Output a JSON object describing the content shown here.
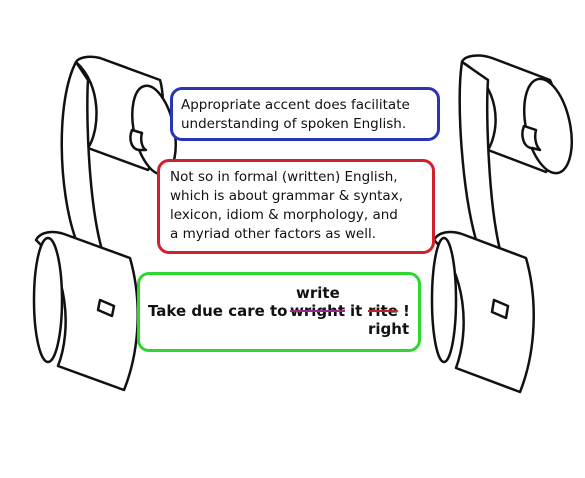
{
  "colors": {
    "box1_border": "#2a35b5",
    "box2_border": "#d0202a",
    "box3_border": "#2fd62f",
    "strike_wright": "#9a2a8a",
    "strike_rite": "#c0202a",
    "ink": "#111111"
  },
  "box1": {
    "lines": [
      "Appropriate accent does facilitate",
      "understanding of spoken English."
    ]
  },
  "box2": {
    "lines": [
      "Not so in formal (written) English,",
      "which is about grammar & syntax,",
      "lexicon, idiom & morphology, and",
      "a myriad other factors as well."
    ]
  },
  "box3": {
    "sentence_start": "Take due care to",
    "struck_word_1": "wright",
    "middle": "it",
    "struck_word_2": "rite",
    "end": "!",
    "correction_above": "write",
    "correction_below": "right"
  },
  "decor": {
    "left_scroll": "scroll-icon",
    "right_scroll": "scroll-icon"
  }
}
